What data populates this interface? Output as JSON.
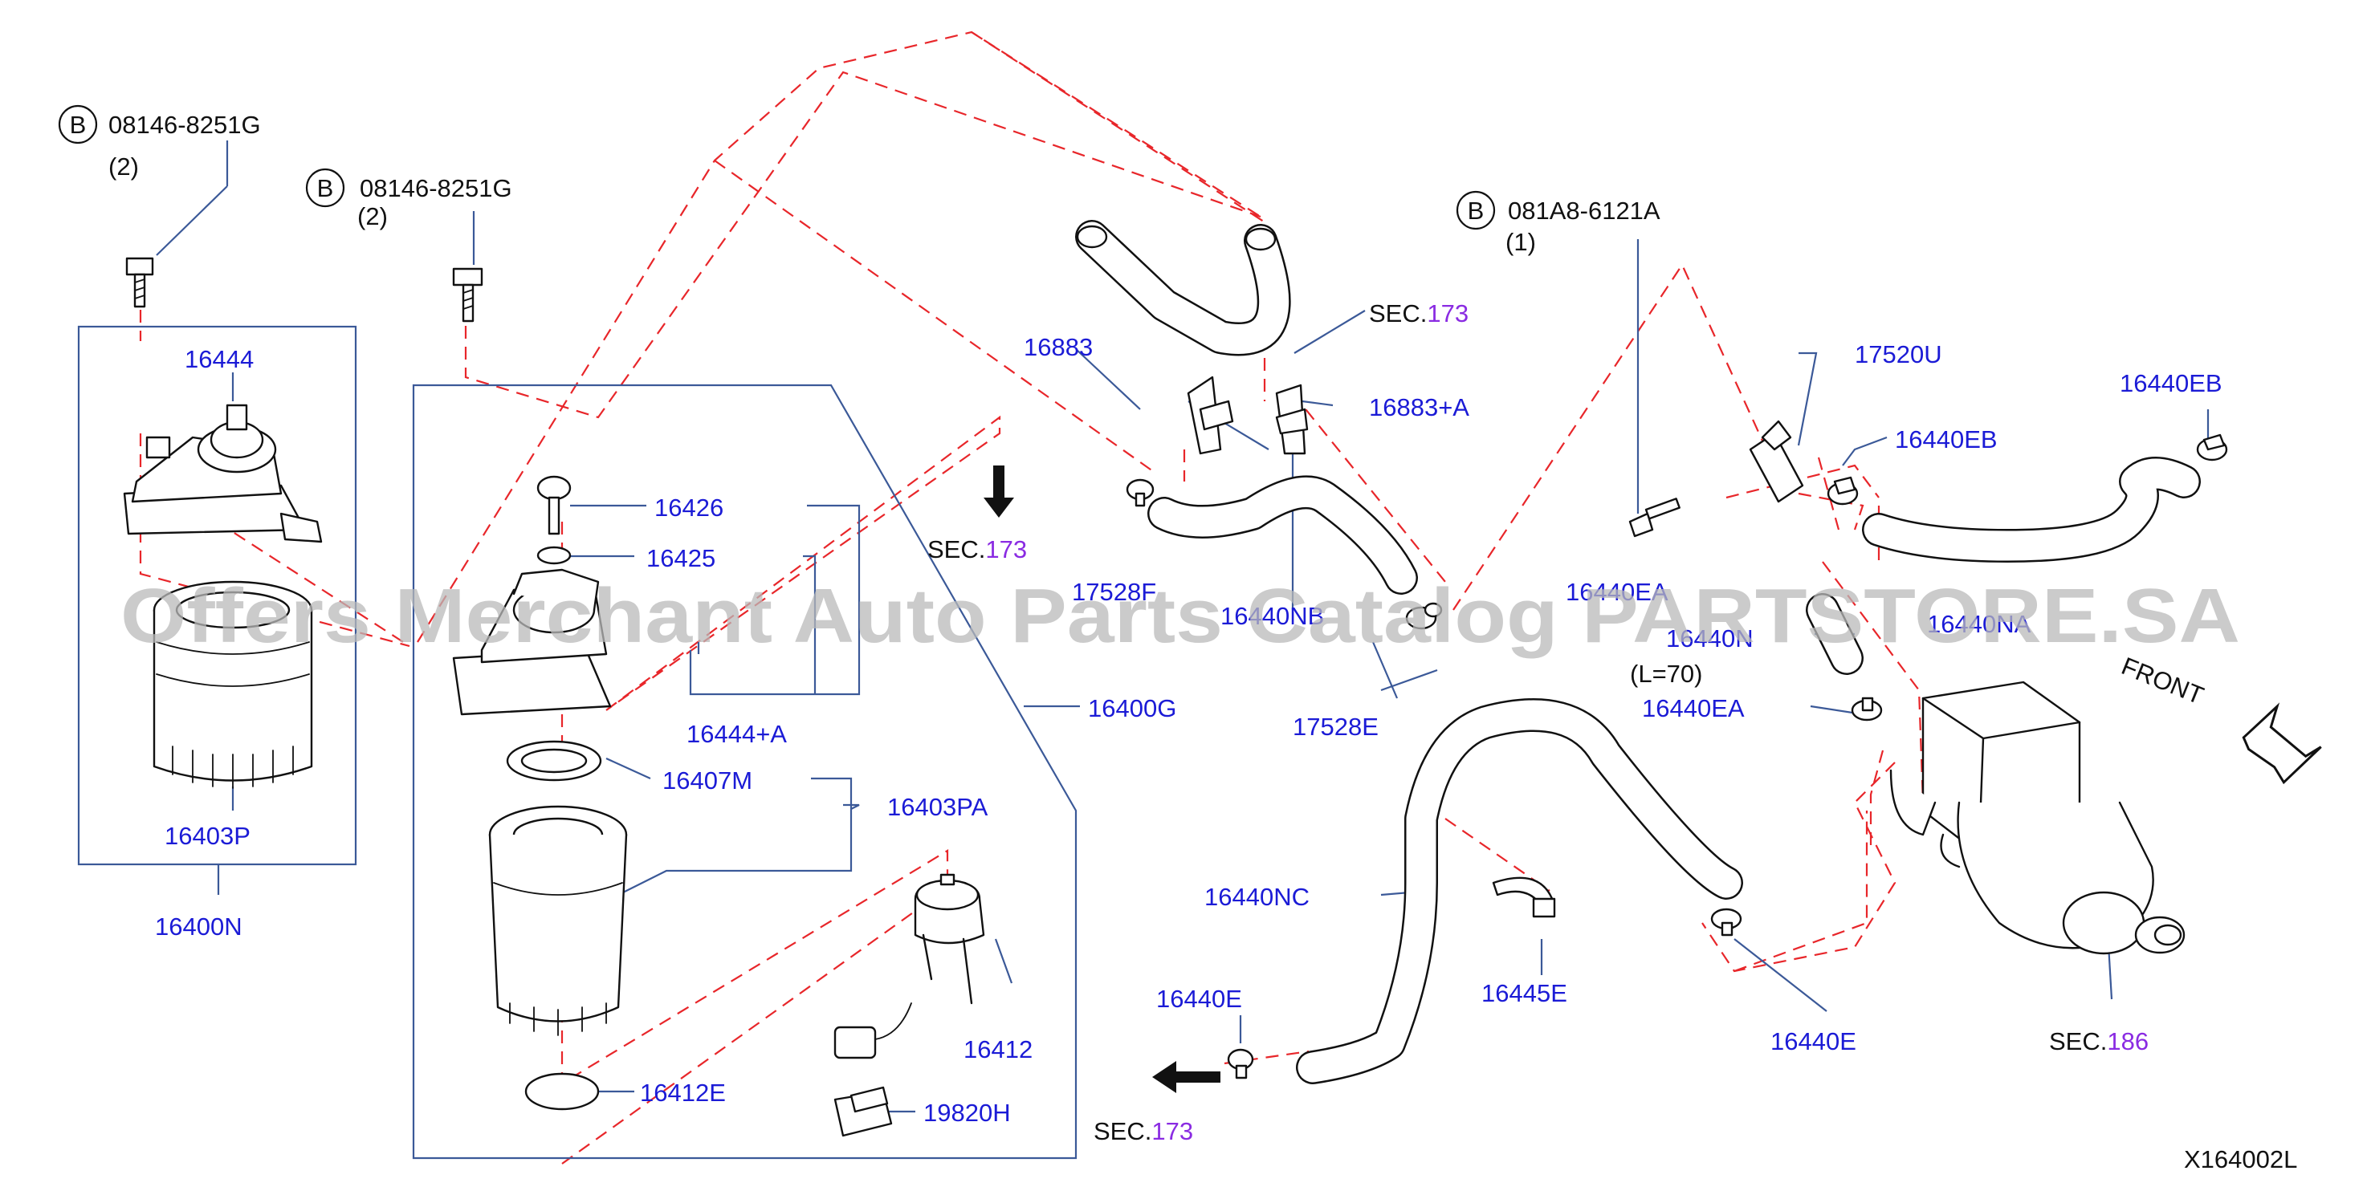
{
  "watermark": "Offers Merchant Auto Parts Catalog PARTSTORE.SA",
  "drawing_id": "X164002L",
  "front_label": "FRONT",
  "bolts": [
    {
      "badge": "B",
      "part": "08146-8251G",
      "qty": "(2)"
    },
    {
      "badge": "B",
      "part": "08146-8251G",
      "qty": "(2)"
    },
    {
      "badge": "B",
      "part": "081A8-6121A",
      "qty": "(1)"
    }
  ],
  "section_refs": [
    {
      "prefix": "SEC.",
      "num": "173"
    },
    {
      "prefix": "SEC.",
      "num": "173"
    },
    {
      "prefix": "SEC.",
      "num": "173"
    },
    {
      "prefix": "SEC.",
      "num": "186"
    }
  ],
  "labels": {
    "p16444": "16444",
    "p16403p": "16403P",
    "p16400n": "16400N",
    "p16426": "16426",
    "p16425": "16425",
    "p16444a": "16444+A",
    "p16400g": "16400G",
    "p16407m": "16407M",
    "p16403pa": "16403PA",
    "p16412": "16412",
    "p16412e": "16412E",
    "p19820h": "19820H",
    "p16883": "16883",
    "p16883a": "16883+A",
    "p17528f": "17528F",
    "p16440nb": "16440NB",
    "p17528e": "17528E",
    "p17520u": "17520U",
    "p16440eb_a": "16440EB",
    "p16440eb_b": "16440EB",
    "p16440ea_top": "16440EA",
    "p16440n": "16440N",
    "p16440n_len": "(L=70)",
    "p16440ea": "16440EA",
    "p16440na": "16440NA",
    "p16440nc": "16440NC",
    "p16445e": "16445E",
    "p16440e_left": "16440E",
    "p16440e_right": "16440E"
  }
}
